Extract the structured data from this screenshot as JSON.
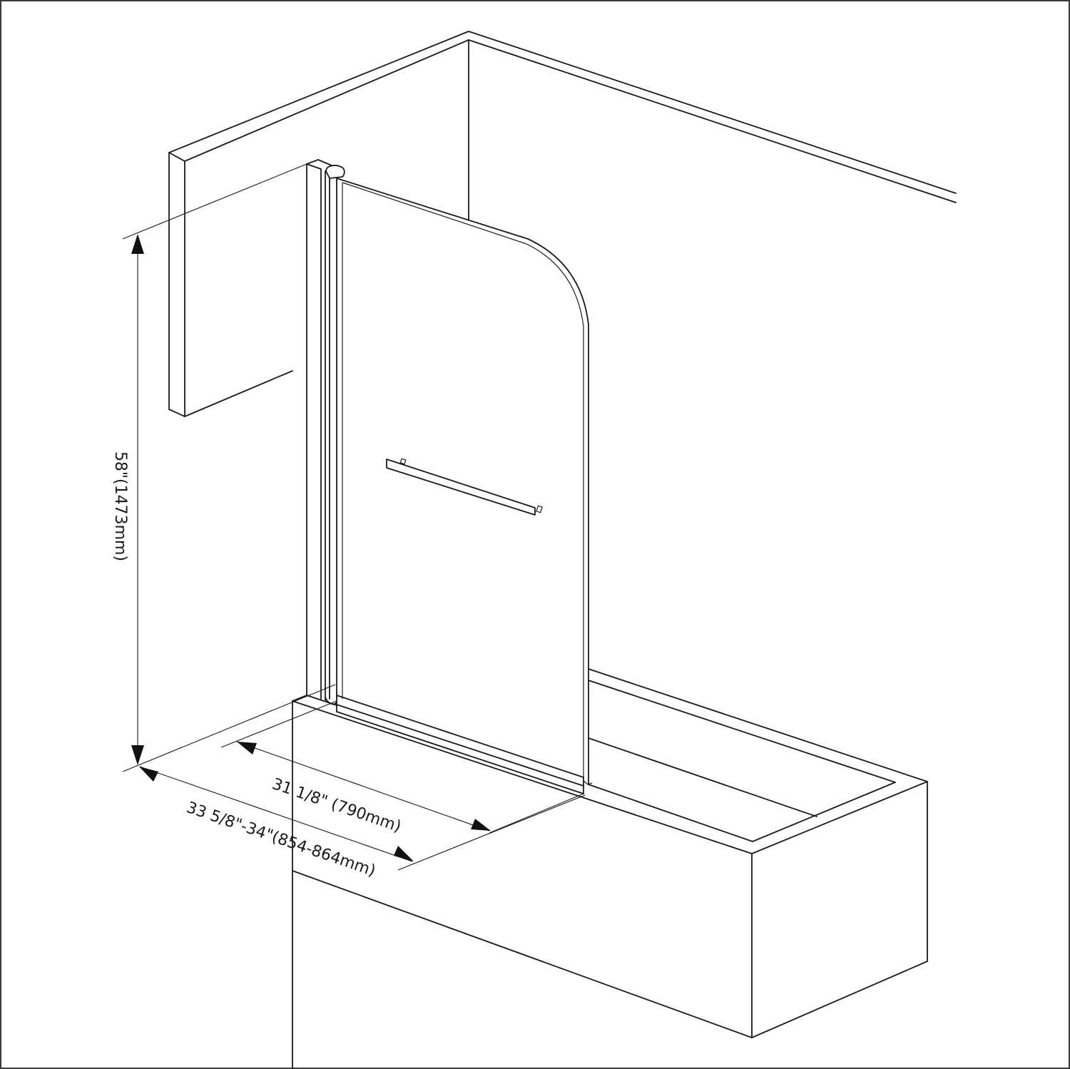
{
  "diagram": {
    "subject": "Bathtub hinged shower glass screen with towel bar",
    "line_color": "#1a1a1a",
    "background": "#ffffff",
    "components": [
      {
        "id": "back-wall",
        "label": "Back wall"
      },
      {
        "id": "side-wall",
        "label": "Side wall"
      },
      {
        "id": "wall-profile",
        "label": "Wall mounting profile"
      },
      {
        "id": "pivot-hinge",
        "label": "Pivot hinge"
      },
      {
        "id": "glass-panel",
        "label": "Glass panel with rounded top corner"
      },
      {
        "id": "towel-bar",
        "label": "Towel bar"
      },
      {
        "id": "bottom-seal",
        "label": "Bottom sweep seal"
      },
      {
        "id": "bathtub",
        "label": "Bathtub"
      }
    ]
  },
  "dimensions": {
    "height": {
      "label": "58\"(1473mm)",
      "value_in": "58",
      "value_mm": 1473
    },
    "panel_width": {
      "label": "31 1/8\" (790mm)",
      "value_in": "31 1/8",
      "value_mm": 790
    },
    "overall_width": {
      "label": "33 5/8\"-34\"(854-864mm)",
      "value_in": "33 5/8-34",
      "value_mm": "854-864"
    }
  }
}
